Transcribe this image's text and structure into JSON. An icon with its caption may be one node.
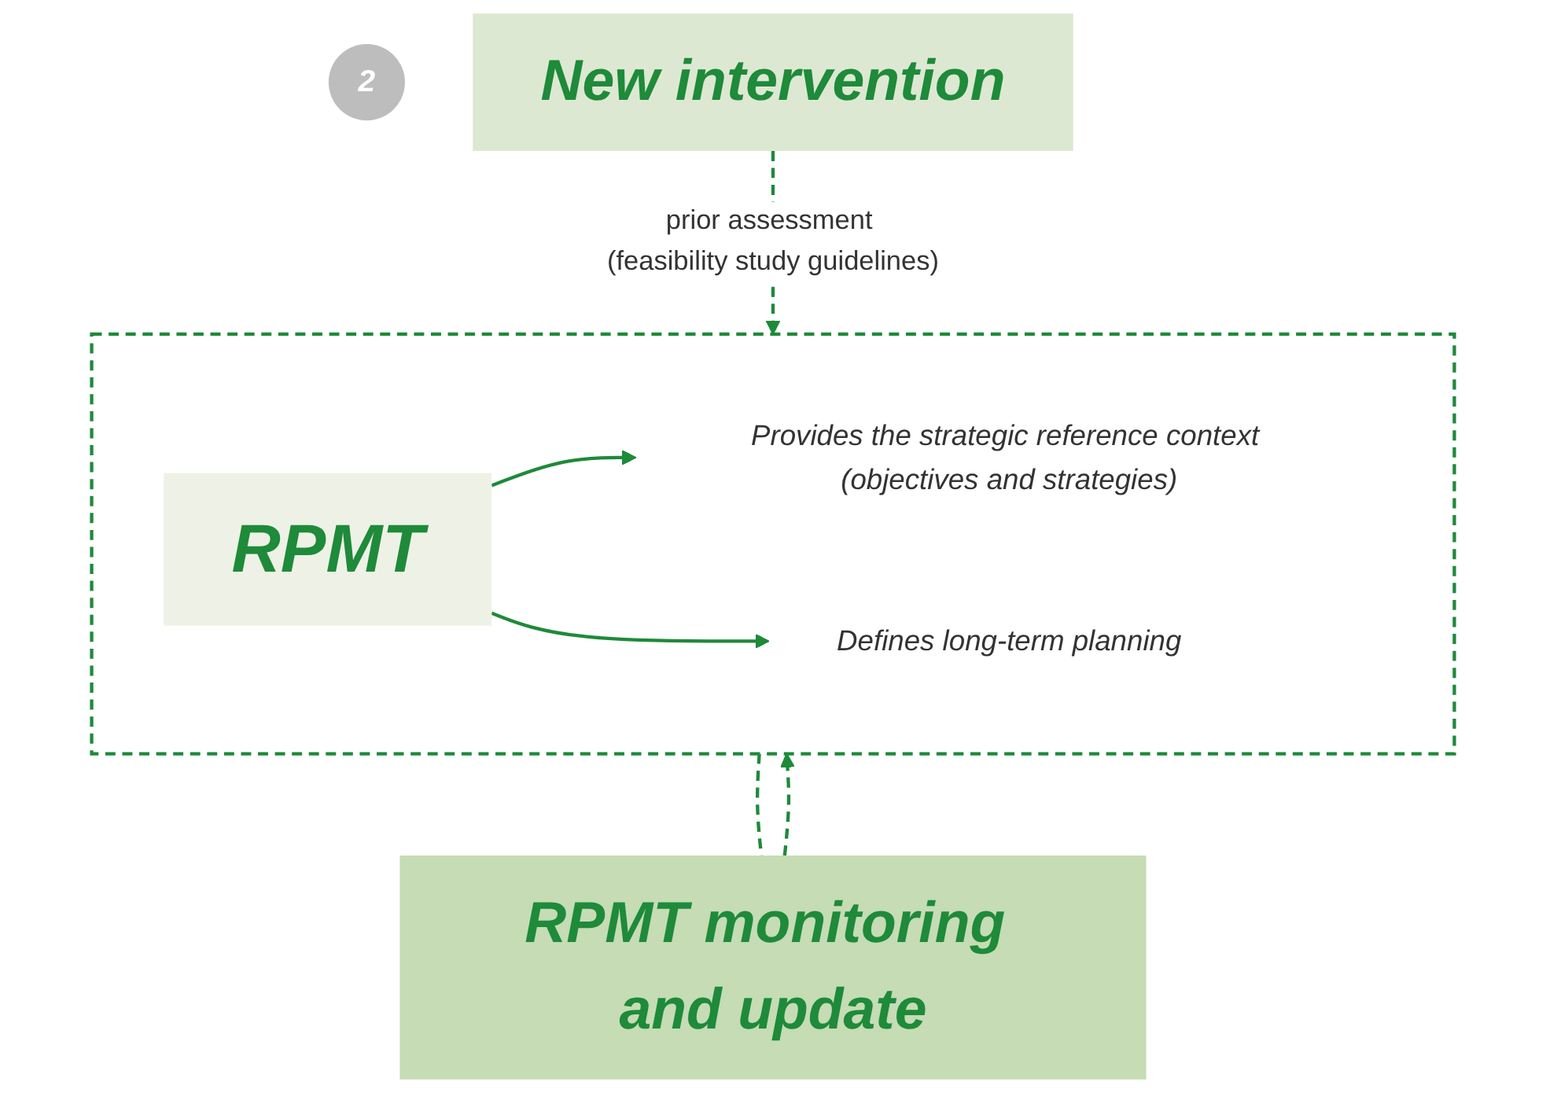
{
  "diagram": {
    "nodes": [
      {
        "text": [
          "2"
        ]
      },
      {
        "text": [],
        "shape": "box"
      },
      {
        "text": [
          "RPMT"
        ],
        "in": 1
      },
      {
        "text": [
          "Provides the strategic reference context (objectives and strategies)"
        ],
        "in": 1
      },
      {
        "text": [
          "Defines long-term planning"
        ],
        "in": 1
      },
      {
        "text": [
          "New intervention"
        ]
      },
      {
        "text": [
          "RPMT monitoring and update"
        ]
      }
    ],
    "edges": [
      {
        "from": 2,
        "to": 3,
        "arrow": "to"
      },
      {
        "from": 2,
        "to": 4,
        "arrow": "to"
      },
      {
        "from": 5,
        "to": 1,
        "arrow": "to",
        "style": "dashed",
        "label": "prior assessment (feasibility study guidelines)"
      },
      {
        "from": 6,
        "to": 1,
        "arrow": "to",
        "style": "dashed"
      },
      {
        "from": 1,
        "to": 6,
        "arrow": "none",
        "style": "dashed"
      }
    ]
  }
}
